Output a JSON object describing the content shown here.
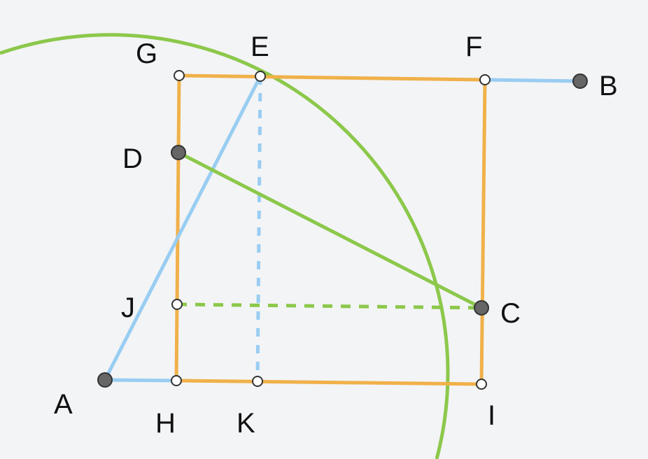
{
  "colors": {
    "background": "#f3f4f6",
    "square": "#f0b14a",
    "blue": "#99cdf2",
    "green": "#8cc84b",
    "free_point": "#666666",
    "point_stroke": "#333333",
    "dependent_point_fill": "#ffffff",
    "label": "#111111"
  },
  "points": {
    "G": {
      "label": "G"
    },
    "E": {
      "label": "E"
    },
    "F": {
      "label": "F"
    },
    "B": {
      "label": "B"
    },
    "D": {
      "label": "D"
    },
    "J": {
      "label": "J"
    },
    "C": {
      "label": "C"
    },
    "A": {
      "label": "A"
    },
    "H": {
      "label": "H"
    },
    "K": {
      "label": "K"
    },
    "I": {
      "label": "I"
    }
  }
}
